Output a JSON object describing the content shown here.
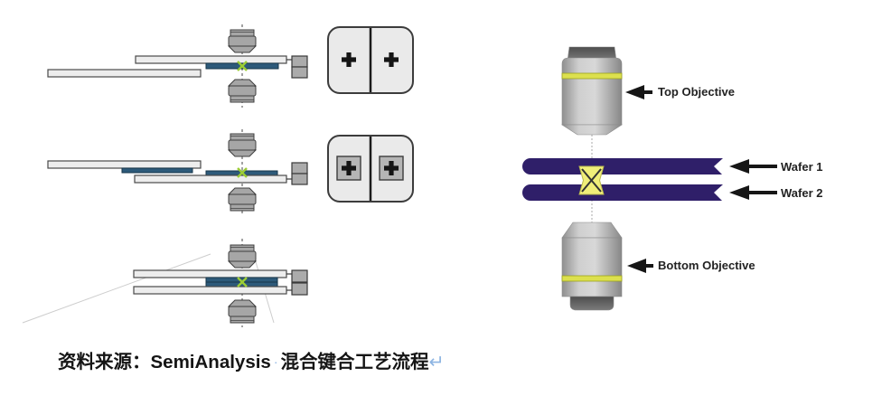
{
  "left_panel": {
    "indicator_boxes": [
      {
        "left_pane_symbol": "plus-mark",
        "right_pane_symbol": "plus-mark"
      },
      {
        "left_pane_symbol": "boxed-plus-mark",
        "right_pane_symbol": "boxed-plus-mark"
      }
    ]
  },
  "right_panel": {
    "labels": {
      "top_objective": "Top Objective",
      "wafer_1": "Wafer 1",
      "wafer_2": "Wafer 2",
      "bottom_objective": "Bottom Objective"
    }
  },
  "caption": {
    "text_before": "资料来源：SemiAnalysis",
    "space_marker": "·",
    "text_after": "混合键合工艺流程",
    "return_mark": "↵"
  },
  "colors": {
    "wafer_purple": "#2f1f69",
    "bonded_wafer_blue": "#2d5a7a",
    "chuck_gray": "#ededed",
    "alignment_cross_green": "#9ccd35",
    "alignment_marker_yellow": "#f0ee79",
    "objective_ring_yellow": "#dce04e",
    "formatting_mark_blue": "#8db4e2"
  }
}
